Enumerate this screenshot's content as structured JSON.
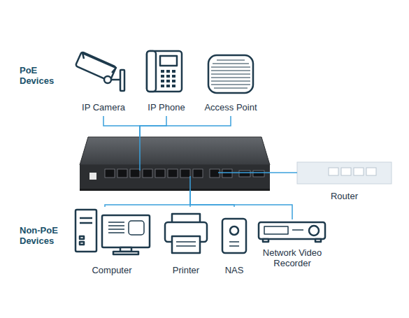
{
  "diagram": {
    "nodes": [
      {
        "text": [
          "IP Camera"
        ]
      },
      {
        "text": [
          "IP Phone"
        ]
      },
      {
        "text": [
          "Access Point"
        ]
      },
      {
        "text": []
      },
      {
        "text": [
          "Router"
        ]
      },
      {
        "text": [
          "Computer"
        ]
      },
      {
        "text": [
          "Printer"
        ]
      },
      {
        "text": [
          "NAS"
        ]
      },
      {
        "text": [
          "Network Video Recorder"
        ]
      }
    ],
    "edges": [
      {
        "from": 0,
        "to": 3,
        "arrow": "none"
      },
      {
        "from": 1,
        "to": 3,
        "arrow": "none"
      },
      {
        "from": 2,
        "to": 3,
        "arrow": "none"
      },
      {
        "from": 3,
        "to": 4,
        "arrow": "none"
      },
      {
        "from": 3,
        "to": 5,
        "arrow": "none"
      },
      {
        "from": 3,
        "to": 6,
        "arrow": "none"
      },
      {
        "from": 3,
        "to": 7,
        "arrow": "none"
      },
      {
        "from": 3,
        "to": 8,
        "arrow": "none"
      }
    ],
    "labels": [
      "PoE Devices",
      "Non-PoE Devices"
    ]
  }
}
